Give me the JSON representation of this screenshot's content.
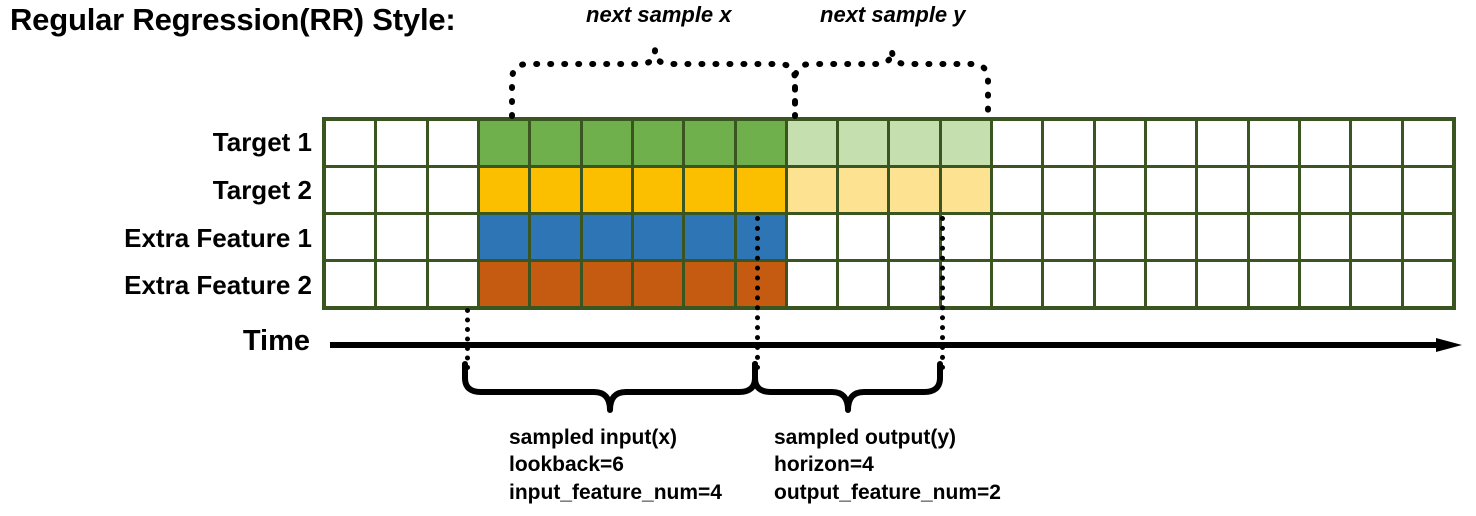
{
  "title": "Regular Regression(RR) Style:",
  "rows": [
    {
      "label": "Target 1",
      "name": "target-1"
    },
    {
      "label": "Target 2",
      "name": "target-2"
    },
    {
      "label": "Extra Feature 1",
      "name": "extra-feature-1"
    },
    {
      "label": "Extra Feature 2",
      "name": "extra-feature-2"
    }
  ],
  "time": {
    "label": "Time",
    "axis_icon": "right-arrow-icon"
  },
  "top_braces": [
    {
      "label": "next sample x",
      "name": "next-sample-x"
    },
    {
      "label": "next sample y",
      "name": "next-sample-y"
    }
  ],
  "bottom_braces": [
    {
      "name": "sampled-input",
      "line1": "sampled input(x)",
      "line2": "lookback=6",
      "line3": "input_feature_num=4"
    },
    {
      "name": "sampled-output",
      "line1": "sampled output(y)",
      "line2": "horizon=4",
      "line3": "output_feature_num=2"
    }
  ],
  "colors": {
    "grid_border": "#3A5520",
    "empty": "#FFFFFF",
    "target1_input": "#6FAF4C",
    "target1_output": "#C5DFAF",
    "target2_input": "#FBBF00",
    "target2_output": "#FDE391",
    "extra1_input": "#2E75B6",
    "extra2_input": "#C55A11"
  },
  "chart_data": {
    "type": "heatmap",
    "title": "Regular Regression(RR) Style:",
    "columns": 22,
    "rows": 4,
    "row_labels": [
      "Target 1",
      "Target 2",
      "Extra Feature 1",
      "Extra Feature 2"
    ],
    "lookback": 6,
    "horizon": 4,
    "input_feature_num": 4,
    "output_feature_num": 2,
    "input_window_columns": [
      4,
      5,
      6,
      7,
      8,
      9
    ],
    "output_window_columns": [
      10,
      11,
      12,
      13
    ],
    "cell_fills": [
      [
        "#FFFFFF",
        "#FFFFFF",
        "#FFFFFF",
        "#6FAF4C",
        "#6FAF4C",
        "#6FAF4C",
        "#6FAF4C",
        "#6FAF4C",
        "#6FAF4C",
        "#C5DFAF",
        "#C5DFAF",
        "#C5DFAF",
        "#C5DFAF",
        "#FFFFFF",
        "#FFFFFF",
        "#FFFFFF",
        "#FFFFFF",
        "#FFFFFF",
        "#FFFFFF",
        "#FFFFFF",
        "#FFFFFF",
        "#FFFFFF"
      ],
      [
        "#FFFFFF",
        "#FFFFFF",
        "#FFFFFF",
        "#FBBF00",
        "#FBBF00",
        "#FBBF00",
        "#FBBF00",
        "#FBBF00",
        "#FBBF00",
        "#FDE391",
        "#FDE391",
        "#FDE391",
        "#FDE391",
        "#FFFFFF",
        "#FFFFFF",
        "#FFFFFF",
        "#FFFFFF",
        "#FFFFFF",
        "#FFFFFF",
        "#FFFFFF",
        "#FFFFFF",
        "#FFFFFF"
      ],
      [
        "#FFFFFF",
        "#FFFFFF",
        "#FFFFFF",
        "#2E75B6",
        "#2E75B6",
        "#2E75B6",
        "#2E75B6",
        "#2E75B6",
        "#2E75B6",
        "#FFFFFF",
        "#FFFFFF",
        "#FFFFFF",
        "#FFFFFF",
        "#FFFFFF",
        "#FFFFFF",
        "#FFFFFF",
        "#FFFFFF",
        "#FFFFFF",
        "#FFFFFF",
        "#FFFFFF",
        "#FFFFFF",
        "#FFFFFF"
      ],
      [
        "#FFFFFF",
        "#FFFFFF",
        "#FFFFFF",
        "#C55A11",
        "#C55A11",
        "#C55A11",
        "#C55A11",
        "#C55A11",
        "#C55A11",
        "#FFFFFF",
        "#FFFFFF",
        "#FFFFFF",
        "#FFFFFF",
        "#FFFFFF",
        "#FFFFFF",
        "#FFFFFF",
        "#FFFFFF",
        "#FFFFFF",
        "#FFFFFF",
        "#FFFFFF",
        "#FFFFFF",
        "#FFFFFF"
      ]
    ]
  }
}
